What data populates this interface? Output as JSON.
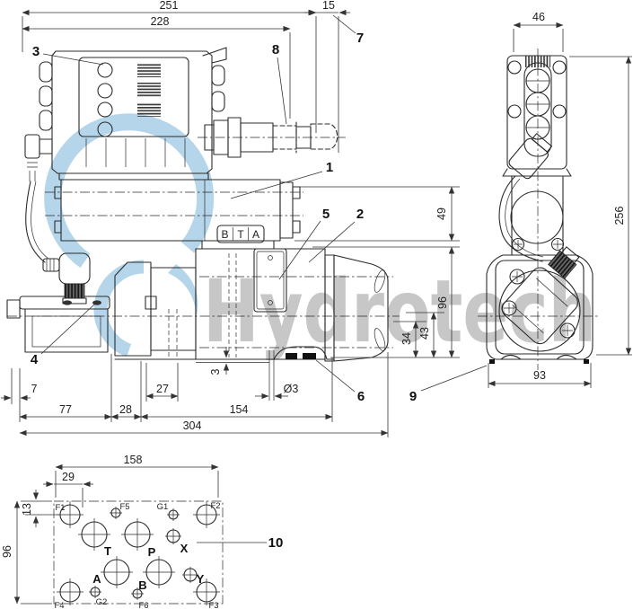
{
  "watermark": {
    "text": "Hydrotech",
    "text_color": "#c7c7c7",
    "swirl_color": "#b5d5ea"
  },
  "callouts": {
    "n1": "1",
    "n2": "2",
    "n3": "3",
    "n4": "4",
    "n5": "5",
    "n6": "6",
    "n7": "7",
    "n8": "8",
    "n9": "9",
    "n10": "10"
  },
  "dims": {
    "d251": "251",
    "d228": "228",
    "d15": "15",
    "d49": "49",
    "d96_main": "96",
    "d34": "34",
    "d43": "43",
    "d7": "7",
    "d77": "77",
    "d28": "28",
    "d27": "27",
    "d3": "3",
    "dia3": "Ø3",
    "d154": "154",
    "d304": "304",
    "d46": "46",
    "d256": "256",
    "d93": "93",
    "d158": "158",
    "d29": "29",
    "d13": "13",
    "d96_port": "96"
  },
  "valve_label": {
    "b": "B",
    "t": "T",
    "a": "A"
  },
  "ports": {
    "T": "T",
    "P": "P",
    "X": "X",
    "A": "A",
    "B": "B",
    "Y": "Y",
    "F1": "F1",
    "F2": "F2",
    "F3": "F3",
    "F4": "F4",
    "F5": "F5",
    "F6": "F6",
    "G1": "G1",
    "G2": "G2"
  }
}
